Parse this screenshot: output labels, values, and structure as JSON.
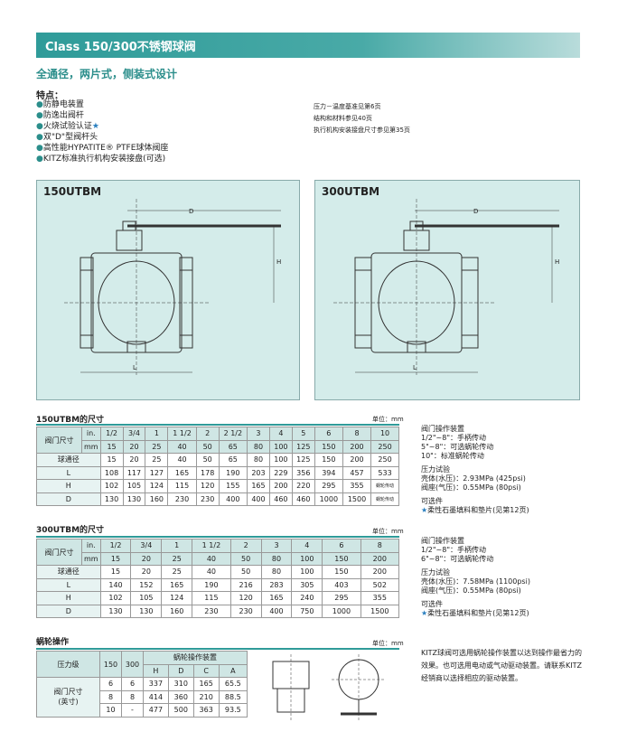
{
  "header": {
    "title": "Class 150/300不锈钢球阀"
  },
  "subtitle": "全通径，两片式，侧装式设计",
  "features": {
    "heading": "特点：",
    "items": [
      "防静电装置",
      "防逸出阀杆",
      "火烧试验认证",
      "双\"D\"型阀杆头",
      "高性能HYPATITE® PTFE球体阀座",
      "KITZ标准执行机构安装接盘(可选)"
    ]
  },
  "notes": [
    "压力－温度基准见第6页",
    "结构和材料参见40页",
    "执行机构安装接盘尺寸参见第35页"
  ],
  "panels": [
    {
      "title": "150UTBM"
    },
    {
      "title": "300UTBM"
    }
  ],
  "drawing_labels": {
    "d": "D",
    "h": "H",
    "l": "L"
  },
  "table150": {
    "heading": "150UTBM的尺寸",
    "unit": "单位：mm",
    "row_label_size": "阀门尺寸",
    "in_label": "in.",
    "mm_label": "mm",
    "inch": [
      "1/2",
      "3/4",
      "1",
      "1 1/2",
      "2",
      "2 1/2",
      "3",
      "4",
      "5",
      "6",
      "8",
      "10"
    ],
    "mm": [
      "15",
      "20",
      "25",
      "40",
      "50",
      "65",
      "80",
      "100",
      "125",
      "150",
      "200",
      "250"
    ],
    "rows": [
      {
        "label": "球通径",
        "values": [
          "15",
          "20",
          "25",
          "40",
          "50",
          "65",
          "80",
          "100",
          "125",
          "150",
          "200",
          "250"
        ]
      },
      {
        "label": "L",
        "values": [
          "108",
          "117",
          "127",
          "165",
          "178",
          "190",
          "203",
          "229",
          "356",
          "394",
          "457",
          "533"
        ]
      },
      {
        "label": "H",
        "values": [
          "102",
          "105",
          "124",
          "115",
          "120",
          "155",
          "165",
          "200",
          "220",
          "295",
          "355",
          "蜗轮传动"
        ]
      },
      {
        "label": "D",
        "values": [
          "130",
          "130",
          "160",
          "230",
          "230",
          "400",
          "400",
          "460",
          "460",
          "1000",
          "1500",
          "蜗轮传动"
        ]
      }
    ]
  },
  "side150": {
    "op_h": "阀门操作装置",
    "op": [
      "1/2\"~8\"：手柄传动",
      "5\"~8\"：可选蜗轮传动",
      "10\"：标准蜗轮传动"
    ],
    "test_h": "压力试验",
    "test": [
      "壳体(水压)：2.93MPa (425psi)",
      "阀座(气压)：0.55MPa (80psi)"
    ],
    "opt_h": "可选件",
    "opt": "柔性石墨填料和垫片(见第12页)"
  },
  "table300": {
    "heading": "300UTBM的尺寸",
    "unit": "单位：mm",
    "row_label_size": "阀门尺寸",
    "in_label": "in.",
    "mm_label": "mm",
    "inch": [
      "1/2",
      "3/4",
      "1",
      "1 1/2",
      "2",
      "3",
      "4",
      "6",
      "8"
    ],
    "mm": [
      "15",
      "20",
      "25",
      "40",
      "50",
      "80",
      "100",
      "150",
      "200"
    ],
    "rows": [
      {
        "label": "球通径",
        "values": [
          "15",
          "20",
          "25",
          "40",
          "50",
          "80",
          "100",
          "150",
          "200"
        ]
      },
      {
        "label": "L",
        "values": [
          "140",
          "152",
          "165",
          "190",
          "216",
          "283",
          "305",
          "403",
          "502"
        ]
      },
      {
        "label": "H",
        "values": [
          "102",
          "105",
          "124",
          "115",
          "120",
          "165",
          "240",
          "295",
          "355"
        ]
      },
      {
        "label": "D",
        "values": [
          "130",
          "130",
          "160",
          "230",
          "230",
          "400",
          "750",
          "1000",
          "1500"
        ]
      }
    ]
  },
  "side300": {
    "op_h": "阀门操作装置",
    "op": [
      "1/2\"~8\"：手柄传动",
      "6\"~8\"：可选蜗轮传动"
    ],
    "test_h": "压力试验",
    "test": [
      "壳体(水压)：7.58MPa (1100psi)",
      "阀座(气压)：0.55MPa (80psi)"
    ],
    "opt_h": "可选件",
    "opt": "柔性石墨填料和垫片(见第12页)"
  },
  "gear": {
    "heading": "蜗轮操作",
    "unit": "单位：mm",
    "pressure": "压力级",
    "c150": "150",
    "c300": "300",
    "gear_label": "蜗轮操作装置",
    "cols": [
      "H",
      "D",
      "C",
      "A"
    ],
    "size_label": "阀门尺寸\n(英寸)",
    "rows": [
      {
        "a": "6",
        "b": "6",
        "v": [
          "337",
          "310",
          "165",
          "65.5"
        ]
      },
      {
        "a": "8",
        "b": "8",
        "v": [
          "414",
          "360",
          "210",
          "88.5"
        ]
      },
      {
        "a": "10",
        "b": "-",
        "v": [
          "477",
          "500",
          "363",
          "93.5"
        ]
      }
    ],
    "note": "KITZ球阀可选用蜗轮操作装置以达到操作最省力的效果。也可选用电动或气动驱动装置。请联系KITZ经销商以选择相应的驱动装置。"
  }
}
